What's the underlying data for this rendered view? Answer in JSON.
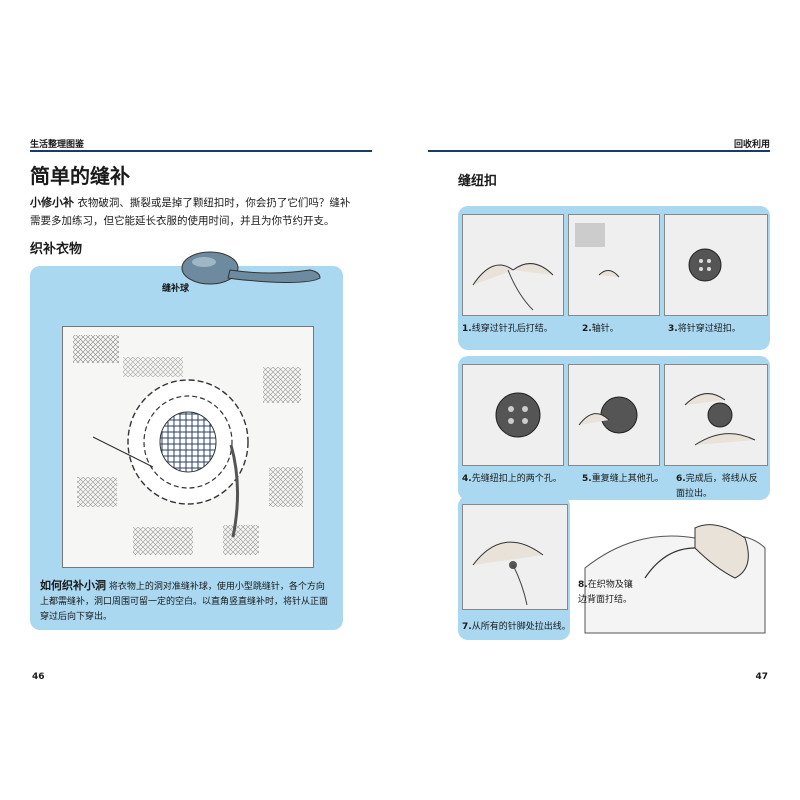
{
  "header": {
    "left_label": "生活整理图鉴",
    "right_label": "回收利用"
  },
  "left": {
    "title": "简单的缝补",
    "intro_lead": "小修小补",
    "intro_text": "衣物破洞、撕裂或是掉了颗纽扣时，你会扔了它们吗？缝补需要多加练习，但它能延长衣服的使用时间，并且为你节约开支。",
    "section_title": "织补衣物",
    "tool_label": "缝补球",
    "caption_lead": "如何织补小洞",
    "caption_text": "将衣物上的洞对准缝补球，使用小型跳缝针，各个方向上都需缝补，洞口周围可留一定的空白。以直角竖直缝补时，将针从正面穿过后向下穿出。",
    "page_number": "46"
  },
  "right": {
    "section_title": "缝纽扣",
    "steps": [
      {
        "num": "1.",
        "text": "线穿过针孔后打结。"
      },
      {
        "num": "2.",
        "text": "轴针。"
      },
      {
        "num": "3.",
        "text": "将针穿过纽扣。"
      },
      {
        "num": "4.",
        "text": "先缝纽扣上的两个孔。"
      },
      {
        "num": "5.",
        "text": "重复缝上其他孔。"
      },
      {
        "num": "6.",
        "text": "完成后，将线从反面拉出。"
      },
      {
        "num": "7.",
        "text": "从所有的针脚处拉出线。"
      },
      {
        "num": "8.",
        "text": "在织物及镶边背面打结。"
      }
    ],
    "page_number": "47"
  },
  "colors": {
    "panel": "#a9d8f0",
    "rule": "#1b3a6b",
    "accent": "#2a6db0"
  }
}
